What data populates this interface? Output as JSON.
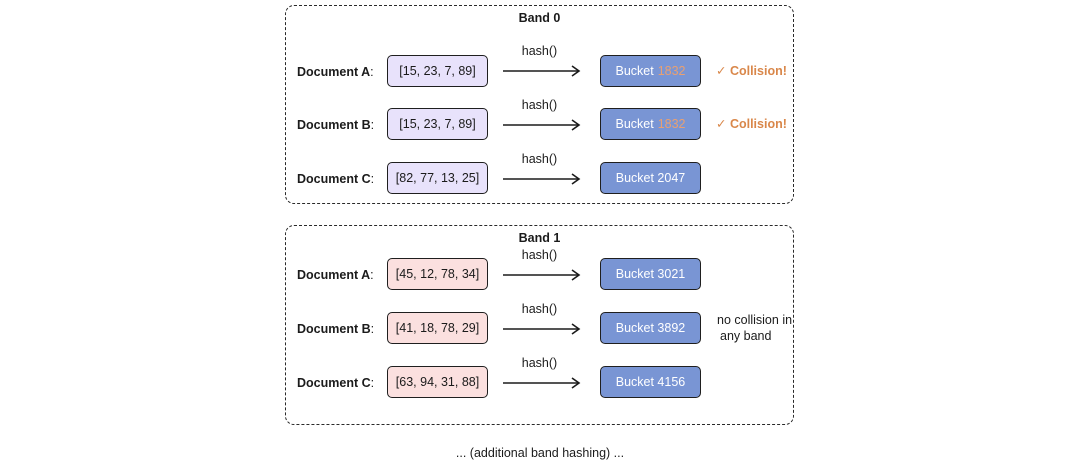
{
  "bands": [
    {
      "title": "Band 0",
      "rows": [
        {
          "doc": "Document A",
          "colon": ":",
          "vector": "[15, 23, 7, 89]",
          "hash": "hash()",
          "bucket_text": "Bucket",
          "bucket_num": "1832",
          "note": "✓ Collision!"
        },
        {
          "doc": "Document B",
          "colon": ":",
          "vector": "[15, 23, 7, 89]",
          "hash": "hash()",
          "bucket_text": "Bucket",
          "bucket_num": "1832",
          "note": "✓ Collision!"
        },
        {
          "doc": "Document C",
          "colon": ":",
          "vector": "[82, 77, 13, 25]",
          "hash": "hash()",
          "bucket_text": "Bucket 2047"
        }
      ]
    },
    {
      "title": "Band 1",
      "rows": [
        {
          "doc": "Document A",
          "colon": ":",
          "vector": "[45, 12, 78, 34]",
          "hash": "hash()",
          "bucket_text": "Bucket 3021"
        },
        {
          "doc": "Document B",
          "colon": ":",
          "vector": "[41, 18, 78, 29]",
          "hash": "hash()",
          "bucket_text": "Bucket 3892"
        },
        {
          "doc": "Document C",
          "colon": ":",
          "vector": "[63, 94, 31, 88]",
          "hash": "hash()",
          "bucket_text": "Bucket 4156"
        }
      ],
      "note_line1": "no collision in",
      "note_line2": "any band"
    }
  ],
  "footer": "... (additional band hashing) ...",
  "colors": {
    "vector_band0": "#e8e2fb",
    "vector_band1": "#fbe0df",
    "bucket": "#7995d4",
    "highlight": "#e9a072",
    "collision": "#d9874a"
  }
}
